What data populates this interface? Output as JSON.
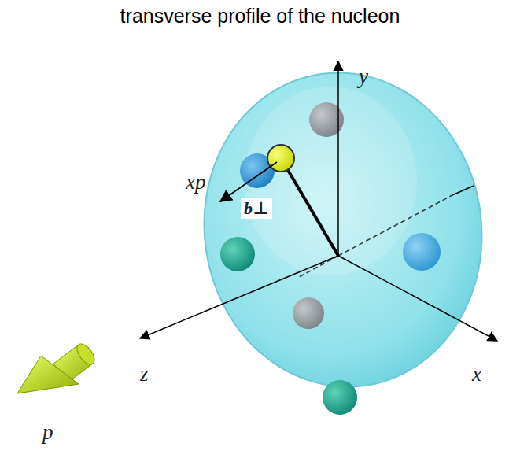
{
  "diagram": {
    "title": "transverse profile of the nucleon",
    "labels": [
      "y",
      "xp",
      "b⊥",
      "z",
      "x",
      "p"
    ]
  }
}
